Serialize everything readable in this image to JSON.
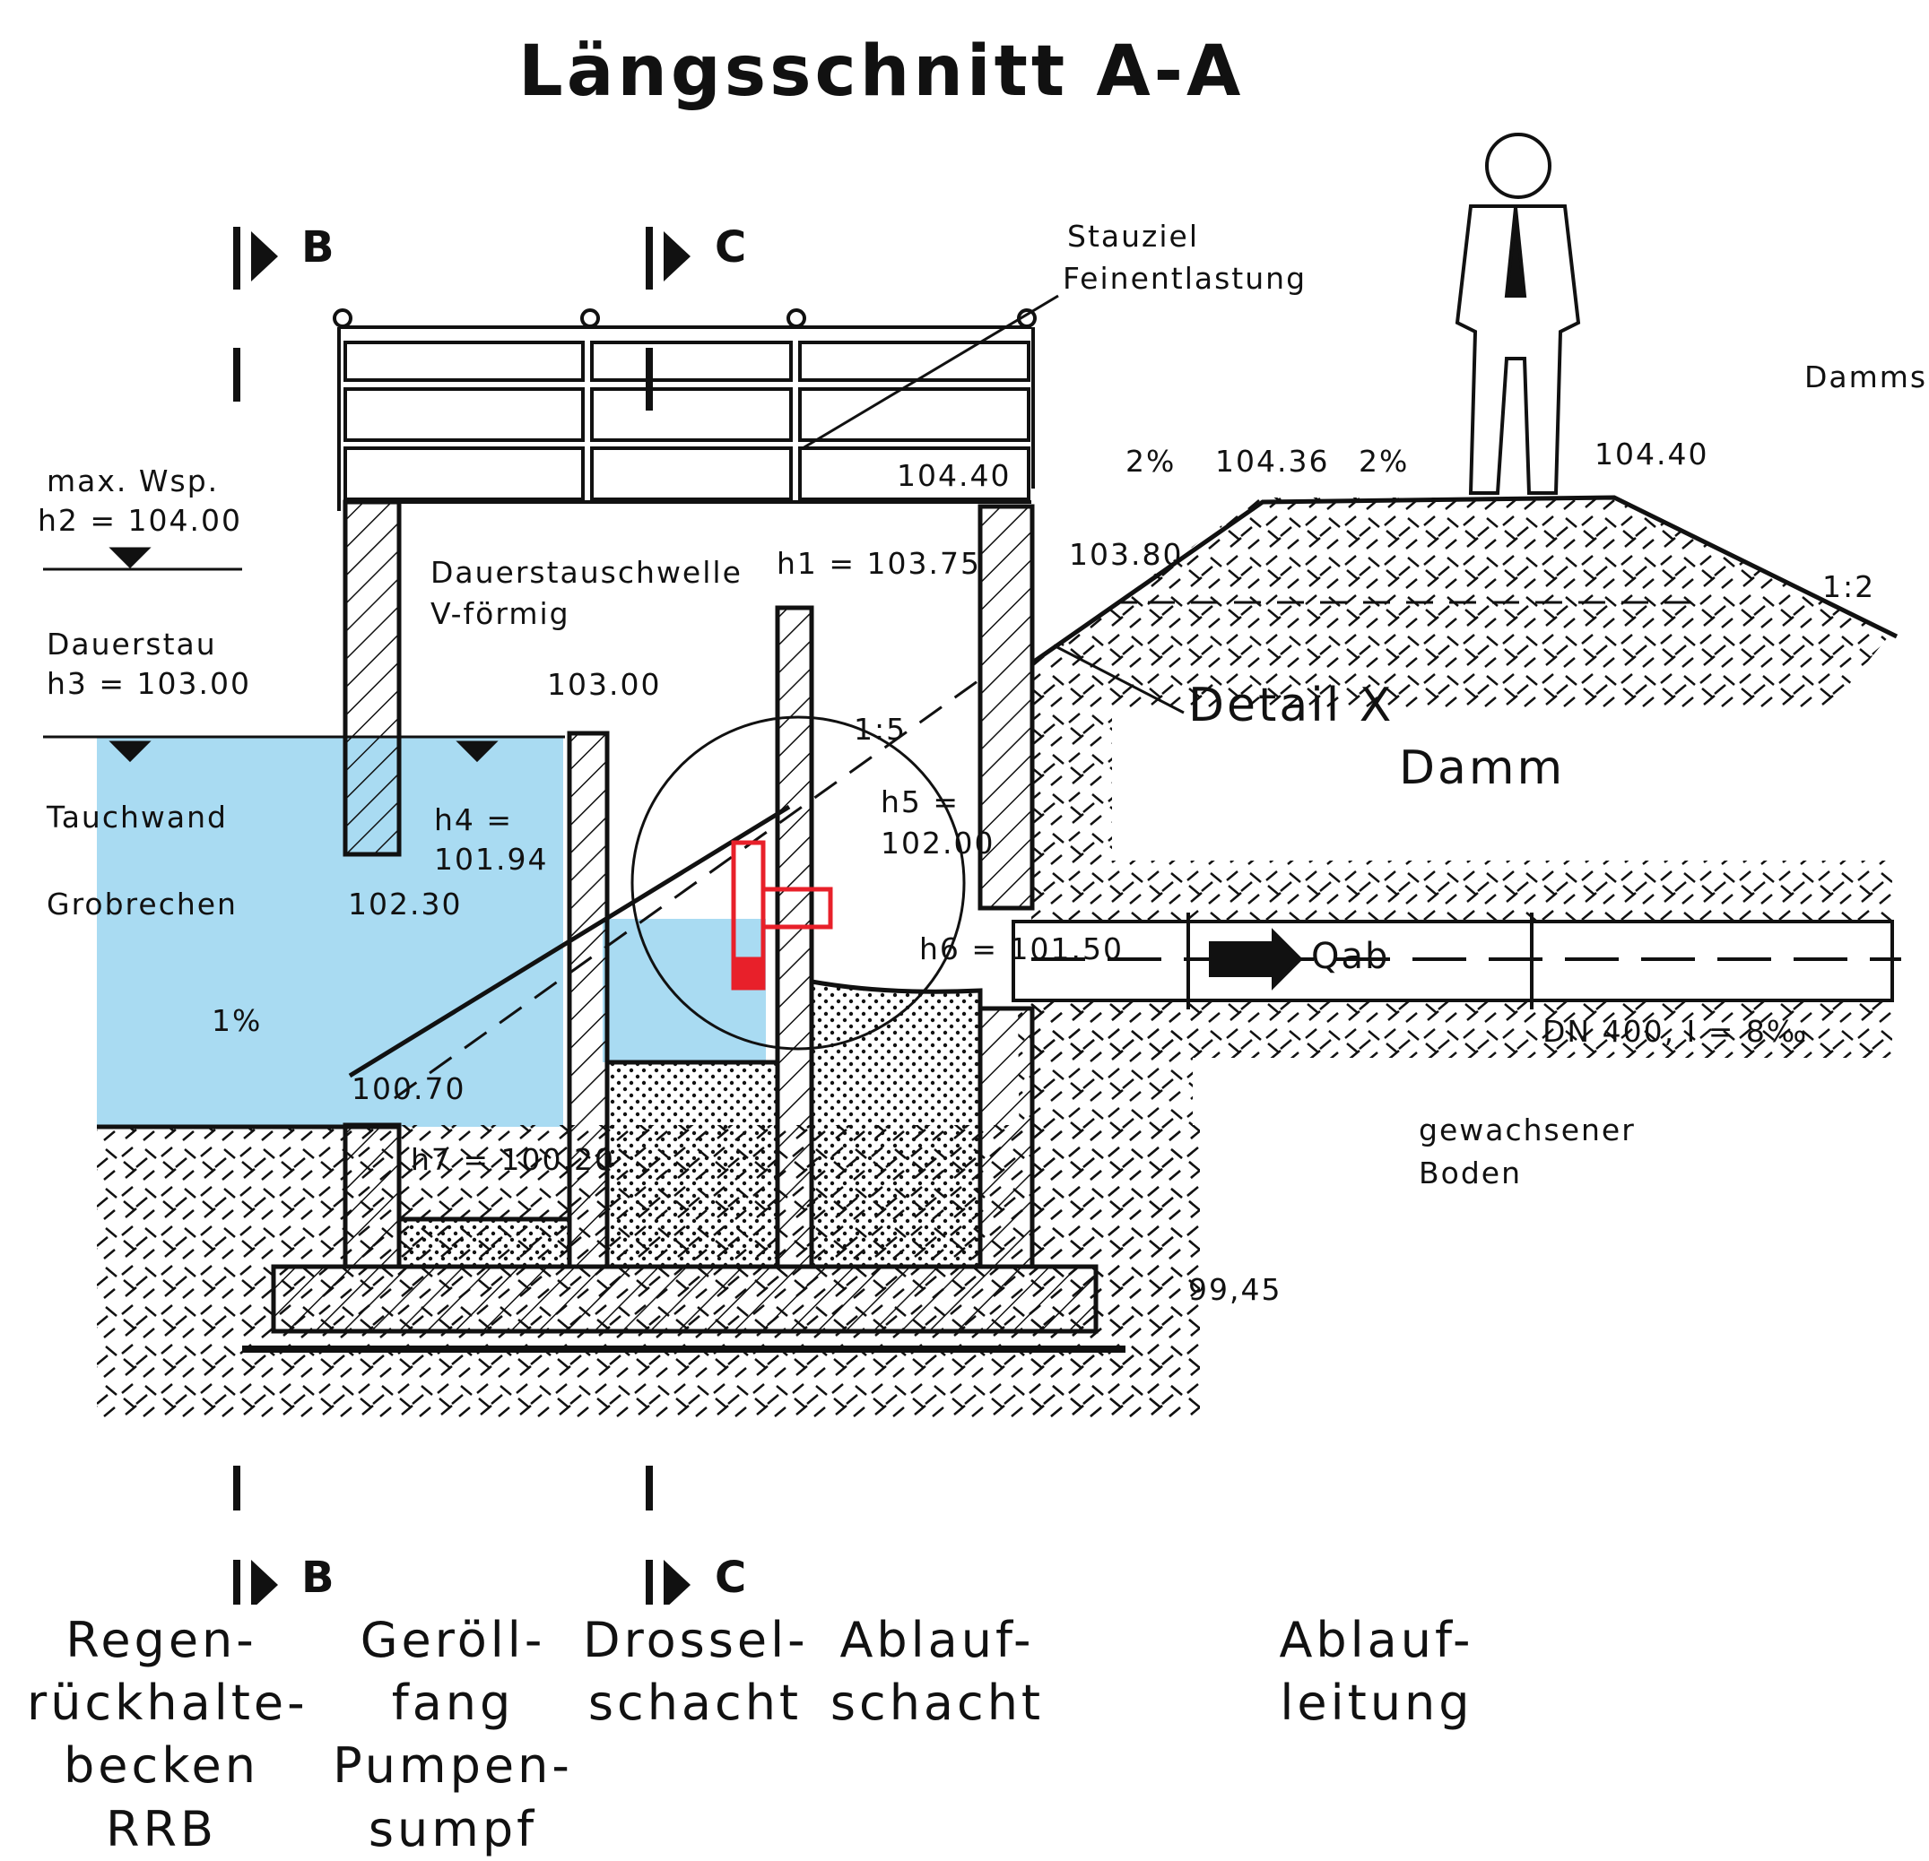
{
  "title": "Längsschnitt A-A",
  "section_marks": {
    "b": "B",
    "c": "C"
  },
  "water_levels": {
    "max_label": "max. Wsp.",
    "h2": "h2 = 104.00",
    "dauerstau_label": "Dauerstau",
    "h3": "h3 = 103.00"
  },
  "labels": {
    "stauziel_1": "Stauziel",
    "stauziel_2": "Feinentlastung",
    "dauerstauschwelle_1": "Dauerstauschwelle",
    "dauerstauschwelle_2": "V-förmig",
    "tauchwand": "Tauchwand",
    "grobrechen": "Grobrechen",
    "detail_x": "Detail X",
    "damm": "Damm",
    "dammschulter": "Dammscl",
    "qab": "Qab",
    "pipe": "DN 400, I = 8‰",
    "boden_1": "gewachsener",
    "boden_2": "Boden",
    "gefaelle_1pct": "1%",
    "slope_2pct_left": "2%",
    "slope_2pct_right": "2%",
    "slope_1_2": "1:2",
    "slope_1_5": "1:5"
  },
  "elevations": {
    "e_10440_top": "104.40",
    "e_10436": "104.36",
    "e_10440_right": "104.40",
    "e_10380": "103.80",
    "h1": "h1 = 103.75",
    "e_10300": "103.00",
    "h4_a": "h4 =",
    "h4_b": "101.94",
    "h5_a": "h5 =",
    "h5_b": "102.00",
    "e_10230": "102.30",
    "h6": "h6 = 101.50",
    "e_10070": "100.70",
    "h7": "h7 = 100.20",
    "e_9945": "99,45"
  },
  "columns": [
    {
      "lines": [
        "Regen-",
        "rückhalte-",
        "becken",
        "RRB"
      ]
    },
    {
      "lines": [
        "Geröll-",
        "fang",
        "Pumpen-",
        "sumpf"
      ]
    },
    {
      "lines": [
        "Drossel-",
        "schacht"
      ]
    },
    {
      "lines": [
        "Ablauf-",
        "schacht"
      ]
    },
    {
      "lines": [
        "Ablauf-",
        "leitung"
      ]
    }
  ],
  "colors": {
    "water": "#a9dbf2",
    "highlight": "#e8202a",
    "ink": "#111111"
  }
}
